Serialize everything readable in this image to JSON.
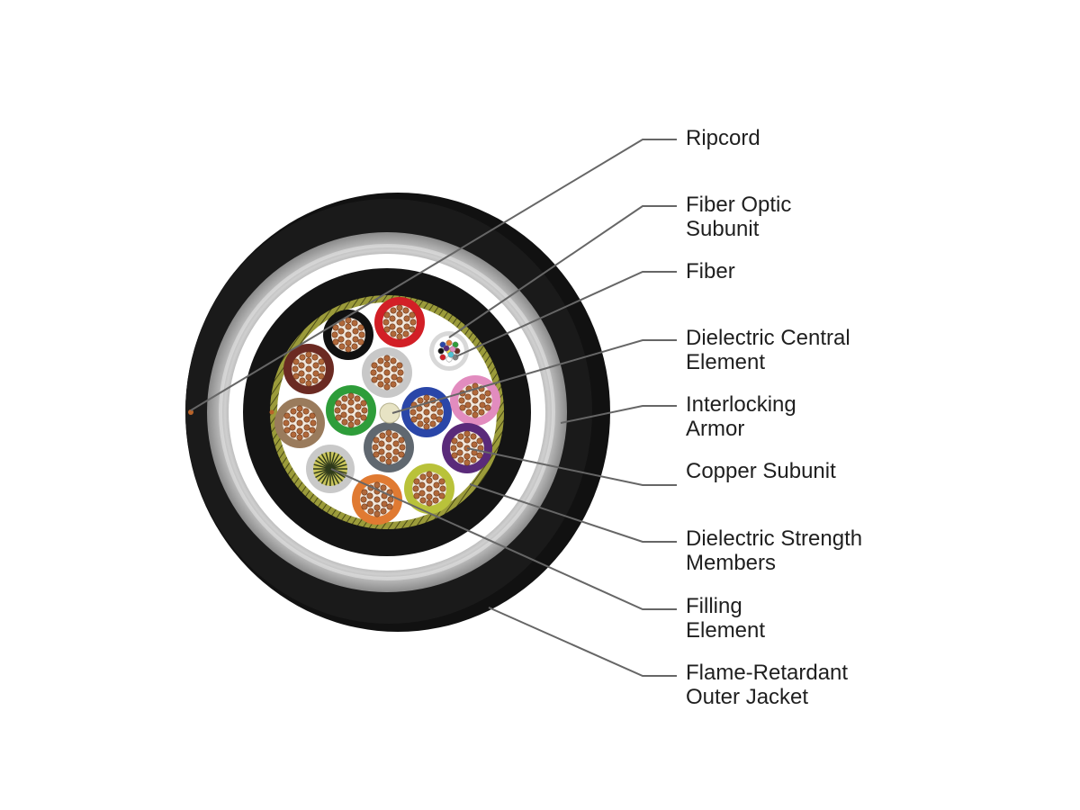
{
  "diagram": {
    "labels": [
      {
        "id": "ripcord",
        "lines": [
          "Ripcord"
        ]
      },
      {
        "id": "fiber-optic-subunit",
        "lines": [
          "Fiber Optic",
          "Subunit"
        ]
      },
      {
        "id": "fiber",
        "lines": [
          "Fiber"
        ]
      },
      {
        "id": "dielectric-central-element",
        "lines": [
          "Dielectric Central",
          "Element"
        ]
      },
      {
        "id": "interlocking-armor",
        "lines": [
          "Interlocking",
          "Armor"
        ]
      },
      {
        "id": "copper-subunit",
        "lines": [
          "Copper Subunit"
        ]
      },
      {
        "id": "dielectric-strength-members",
        "lines": [
          "Dielectric Strength",
          "Members"
        ]
      },
      {
        "id": "filling-element",
        "lines": [
          "Filling",
          "Element"
        ]
      },
      {
        "id": "flame-retardant-outer-jacket",
        "lines": [
          "Flame-Retardant",
          "Outer Jacket"
        ]
      }
    ],
    "colors": {
      "outer_jacket": "#111111",
      "armor": "#a9a9a9",
      "inner_jacket": "#141414",
      "strength_members": "#8c8c30",
      "copper": "#b0683a",
      "leader_line": "#666666",
      "subunit_jackets": [
        "#111111",
        "#d21f26",
        "#6b2a22",
        "#c8c8c8",
        "#2e9d3a",
        "#2a46a8",
        "#e28cbf",
        "#9a7b5c",
        "#606870",
        "#5a2a7a",
        "#c9c9c9",
        "#e07a32",
        "#b9c23a"
      ]
    }
  }
}
